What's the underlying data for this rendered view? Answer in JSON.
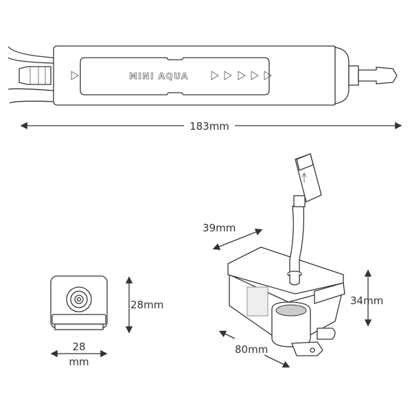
{
  "product": {
    "brand_label": "MINI AQUA"
  },
  "dimensions": {
    "length": "183mm",
    "small_height": "28mm",
    "small_width_value": "28",
    "small_width_unit": "mm",
    "depth": "39mm",
    "height": "34mm",
    "width": "80mm"
  },
  "colors": {
    "line": "#333333",
    "background": "#ffffff"
  }
}
